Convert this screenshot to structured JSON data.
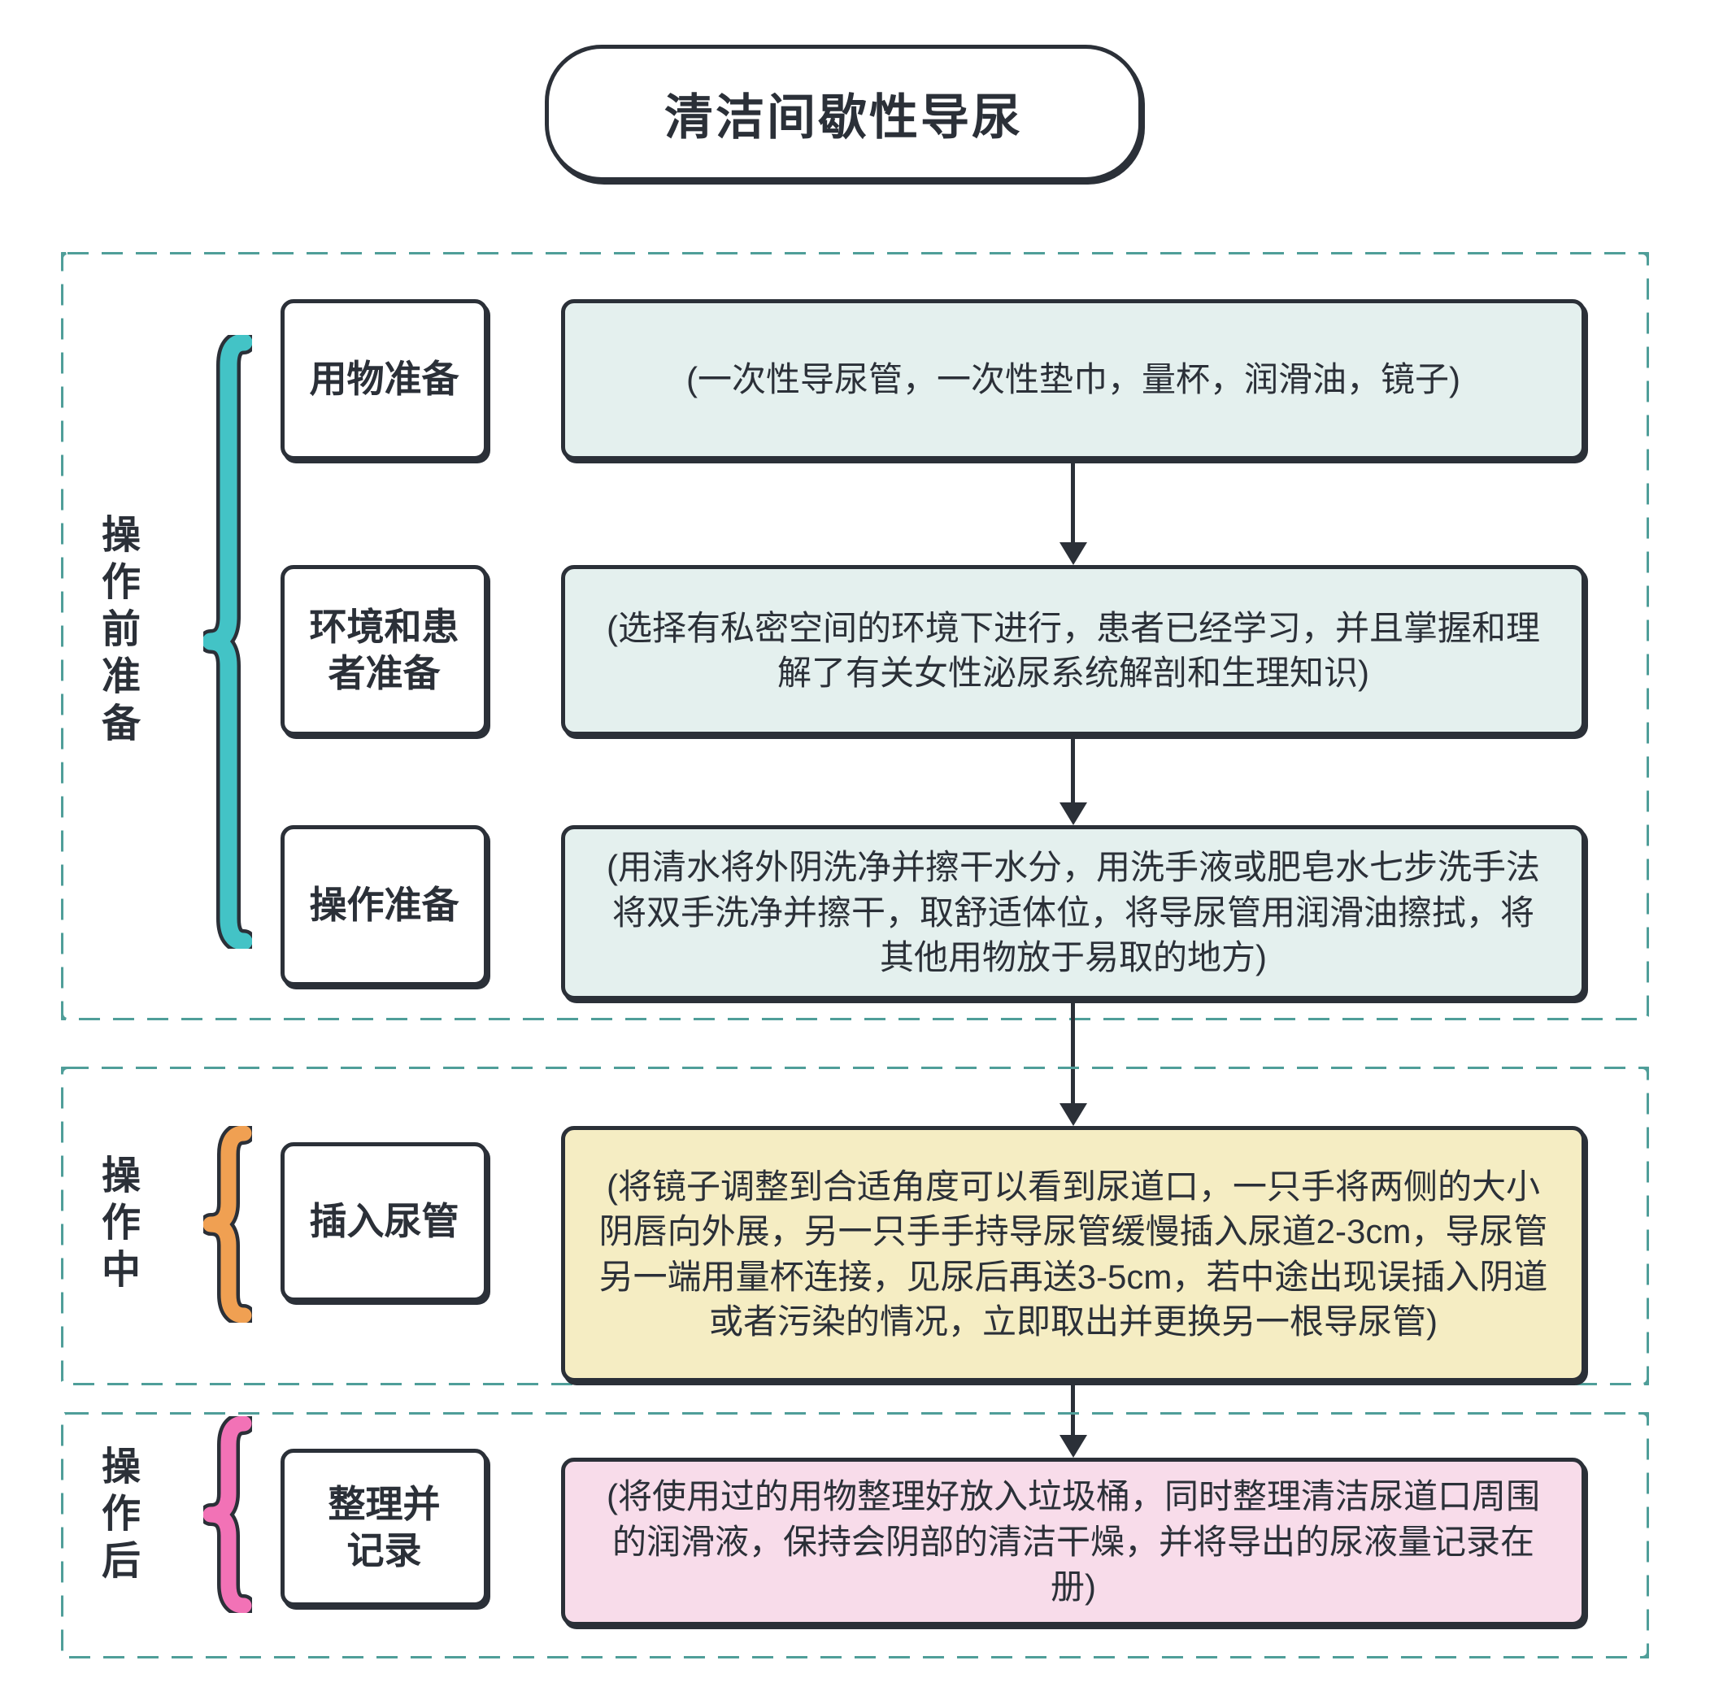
{
  "title": "清洁间歇性导尿",
  "colors": {
    "outline": "#2b3038",
    "dashed_border": "#4f9e99",
    "pre_brace": "#43c3c6",
    "during_brace": "#f0a052",
    "post_brace": "#f272b6",
    "pre_content_bg": "#e4f0ee",
    "during_content_bg": "#f5edc3",
    "post_content_bg": "#f8dcea"
  },
  "sections": [
    {
      "label": "操作前准备",
      "rows": [
        {
          "label": "用物准备",
          "content": "(一次性导尿管，一次性垫巾，量杯，润滑油，镜子)"
        },
        {
          "label": "环境和患\n者准备",
          "content": "(选择有私密空间的环境下进行，患者已经学习，并且掌握和理解了有关女性泌尿系统解剖和生理知识)"
        },
        {
          "label": "操作准备",
          "content": "(用清水将外阴洗净并擦干水分，用洗手液或肥皂水七步洗手法将双手洗净并擦干，取舒适体位，将导尿管用润滑油擦拭，将其他用物放于易取的地方)"
        }
      ]
    },
    {
      "label": "操作中",
      "rows": [
        {
          "label": "插入尿管",
          "content": "(将镜子调整到合适角度可以看到尿道口，一只手将两侧的大小阴唇向外展，另一只手手持导尿管缓慢插入尿道2-3cm，导尿管另一端用量杯连接，见尿后再送3-5cm，若中途出现误插入阴道或者污染的情况，立即取出并更换另一根导尿管)"
        }
      ]
    },
    {
      "label": "操作后",
      "rows": [
        {
          "label": "整理并\n记录",
          "content": "(将使用过的用物整理好放入垃圾桶，同时整理清洁尿道口周围的润滑液，保持会阴部的清洁干燥，并将导出的尿液量记录在册)"
        }
      ]
    }
  ]
}
